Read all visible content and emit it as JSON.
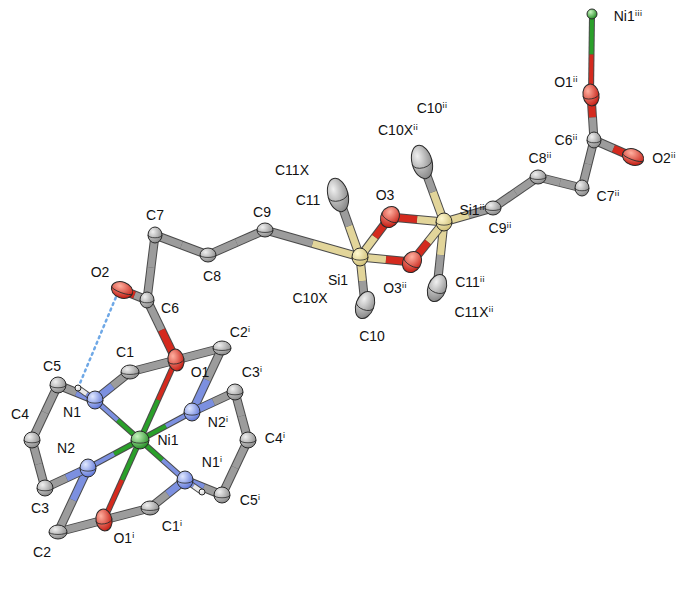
{
  "diagram": {
    "labels": [
      "Ni1ⁱⁱⁱ",
      "O1ⁱⁱ",
      "C6ⁱⁱ",
      "O2ⁱⁱ",
      "C10ⁱⁱ",
      "C10Xⁱⁱ",
      "Si1ⁱⁱ",
      "C8ⁱⁱ",
      "C7ⁱⁱ",
      "C9ⁱⁱ",
      "C11X",
      "O3",
      "C11",
      "C9",
      "C7",
      "C8",
      "Si1",
      "C11ⁱⁱ",
      "O3ⁱⁱ",
      "C11Xⁱⁱ",
      "C10X",
      "C10",
      "O2",
      "C6",
      "O1",
      "C2ⁱ",
      "C1",
      "N2ⁱ",
      "C3ⁱ",
      "C4",
      "N1",
      "C5",
      "C4ⁱ",
      "Ni1",
      "N1ⁱ",
      "C5ⁱ",
      "N2",
      "C3",
      "C2",
      "C1ⁱ",
      "O1ⁱ"
    ]
  }
}
